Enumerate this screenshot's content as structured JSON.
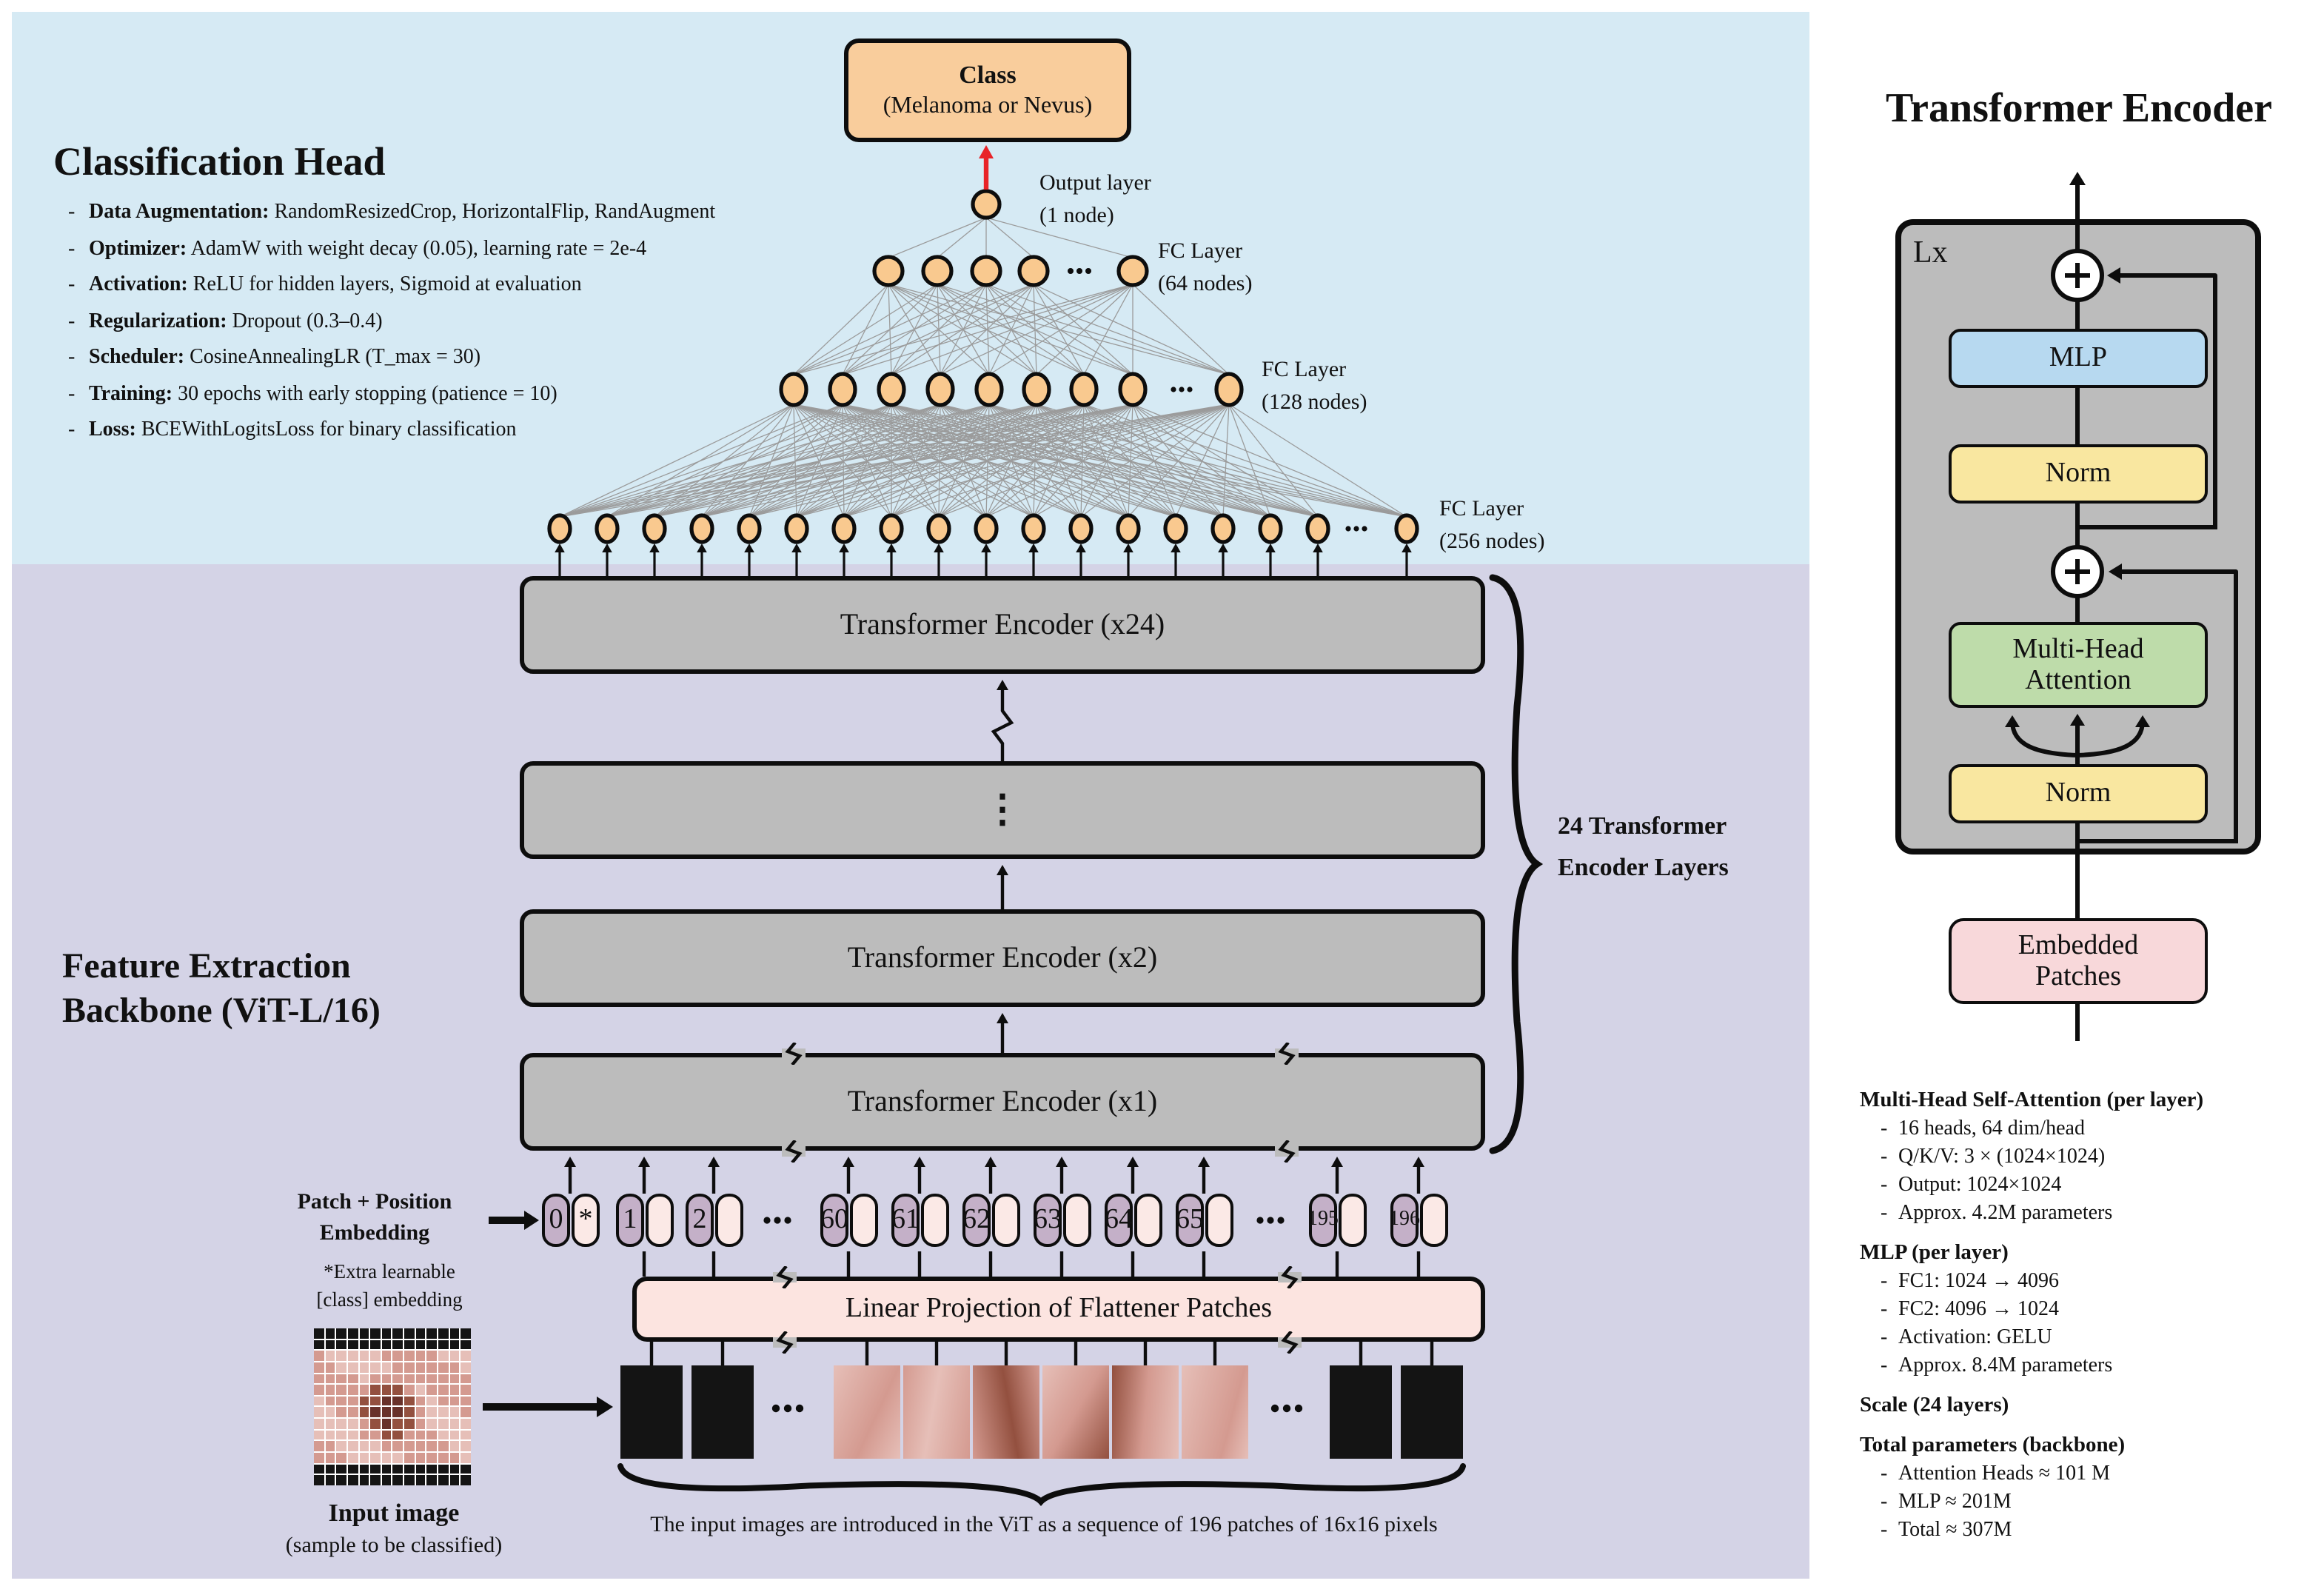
{
  "classification_head": {
    "title": "Classification Head",
    "bullets": [
      {
        "b": "Data Augmentation:",
        "t": " RandomResizedCrop, HorizontalFlip, RandAugment"
      },
      {
        "b": "Optimizer:",
        "t": " AdamW with weight decay (0.05), learning rate = 2e-4"
      },
      {
        "b": "Activation:",
        "t": " ReLU for hidden layers, Sigmoid at evaluation"
      },
      {
        "b": "Regularization:",
        "t": " Dropout (0.3–0.4)"
      },
      {
        "b": "Scheduler:",
        "t": " CosineAnnealingLR (T_max = 30)"
      },
      {
        "b": "Training:",
        "t": " 30 epochs with early stopping (patience = 10)"
      },
      {
        "b": "Loss:",
        "t": " BCEWithLogitsLoss for binary classification"
      }
    ]
  },
  "head_network": {
    "class_box": {
      "line1": "Class",
      "line2": "(Melanoma or Nevus)"
    },
    "output_label": {
      "line1": "Output layer",
      "line2": "(1 node)"
    },
    "fc64_label": {
      "line1": "FC Layer",
      "line2": "(64 nodes)"
    },
    "fc128_label": {
      "line1": "FC Layer",
      "line2": "(128 nodes)"
    },
    "fc256_label": {
      "line1": "FC Layer",
      "line2": "(256 nodes)"
    }
  },
  "backbone": {
    "title_line1": "Feature Extraction",
    "title_line2": "Backbone (ViT-L/16)",
    "encoder_x24": "Transformer Encoder (x24)",
    "dots_box": "⋮",
    "encoder_x2": "Transformer Encoder (x2)",
    "encoder_x1": "Transformer Encoder (x1)",
    "brace_label": {
      "line1": "24 Transformer",
      "line2": "Encoder Layers"
    },
    "patch_embed_label": {
      "line1": "Patch + Position",
      "line2": "Embedding"
    },
    "extra_note": {
      "line1": "*Extra learnable",
      "line2": "[class] embedding"
    },
    "tokens": [
      {
        "n": "0",
        "s": "*"
      },
      {
        "n": "1"
      },
      {
        "n": "2"
      },
      {
        "dots": true
      },
      {
        "n": "60"
      },
      {
        "n": "61"
      },
      {
        "n": "62"
      },
      {
        "n": "63"
      },
      {
        "n": "64"
      },
      {
        "n": "65"
      },
      {
        "dots": true
      },
      {
        "n": "195"
      },
      {
        "n": "196"
      }
    ],
    "linear_projection": "Linear Projection of Flattener Patches",
    "input_image_label": {
      "line1": "Input image",
      "line2": "(sample to be classified)"
    },
    "caption": "The input images are introduced in the ViT as a sequence of 196 patches of 16x16 pixels"
  },
  "encoder_detail": {
    "title": "Transformer Encoder",
    "loop_label": "Lx",
    "mlp": "MLP",
    "norm_top": "Norm",
    "mha": {
      "line1": "Multi-Head",
      "line2": "Attention"
    },
    "norm_bottom": "Norm",
    "embedded": {
      "line1": "Embedded",
      "line2": "Patches"
    },
    "specs": [
      {
        "header": "Multi-Head Self-Attention (per layer)",
        "items": [
          "16 heads, 64 dim/head",
          "Q/K/V: 3 × (1024×1024)",
          "Output: 1024×1024",
          "Approx. 4.2M parameters"
        ]
      },
      {
        "header": "MLP (per layer)",
        "items": [
          "FC1: 1024 → 4096",
          "FC2: 4096 → 1024",
          "Activation: GELU",
          "Approx. 8.4M parameters"
        ]
      },
      {
        "header": "Scale (24 layers)",
        "items": []
      },
      {
        "header": "Total parameters (backbone)",
        "items": [
          "Attention Heads ≈ 101 M",
          "MLP ≈ 201M",
          "Total ≈ 307M"
        ]
      }
    ]
  },
  "colors": {
    "blue_bg": "#d6eaf4",
    "lavender_bg": "#d4d3e6",
    "node_fill": "#f9c98f",
    "class_box_fill": "#f9cd9c",
    "gray_box": "#bcbcbc",
    "mlp_blue": "#b7d9f0",
    "norm_yellow": "#f9e7a0",
    "mha_green": "#bedcaa",
    "embedded_pink": "#f8d8da",
    "linear_proj_pink": "#fce4e0",
    "capsule_purple": "#c4b0c8",
    "capsule_pink": "#fbe9e6",
    "red_arrow": "#e82328",
    "mesh_gray": "#9b9b9b",
    "skin_light": "#e6bfb8",
    "skin_mid": "#d49a90",
    "lesion_dark": "#93503f",
    "lesion_deep": "#68312a",
    "patch_black": "#141414"
  }
}
